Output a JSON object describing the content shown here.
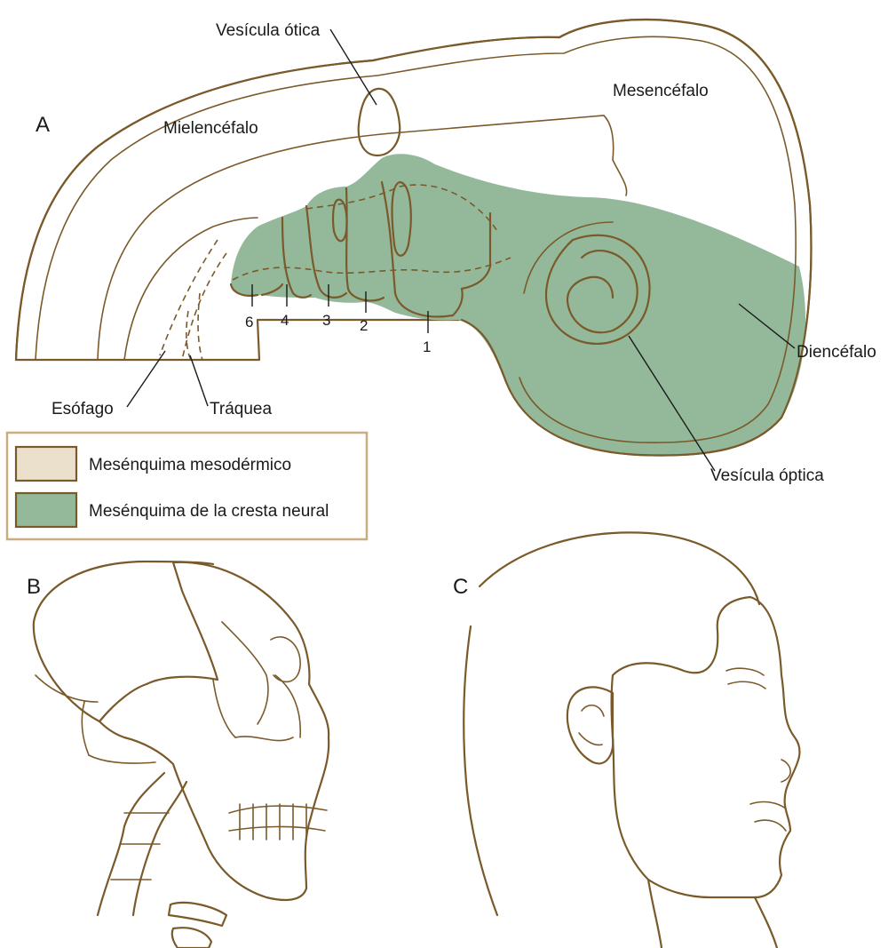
{
  "colors": {
    "mesodermal": "#ebe0cc",
    "neural_crest": "#94b99a",
    "outline": "#7a5a2a",
    "otic": "#c9ad80"
  },
  "panels": {
    "a": "A",
    "b": "B",
    "c": "C"
  },
  "labels": {
    "otic_vesicle": "Vesícula ótica",
    "myelencephalon": "Mielencéfalo",
    "mesencephalon": "Mesencéfalo",
    "diencephalon": "Diencéfalo",
    "optic_vesicle": "Vesícula óptica",
    "esophagus": "Esófago",
    "trachea": "Tráquea"
  },
  "arches": [
    "1",
    "2",
    "3",
    "4",
    "6"
  ],
  "legend": {
    "items": [
      {
        "label": "Mesénquima mesodérmico",
        "color": "#ebe0cc"
      },
      {
        "label": "Mesénquima de la cresta neural",
        "color": "#94b99a"
      }
    ]
  }
}
